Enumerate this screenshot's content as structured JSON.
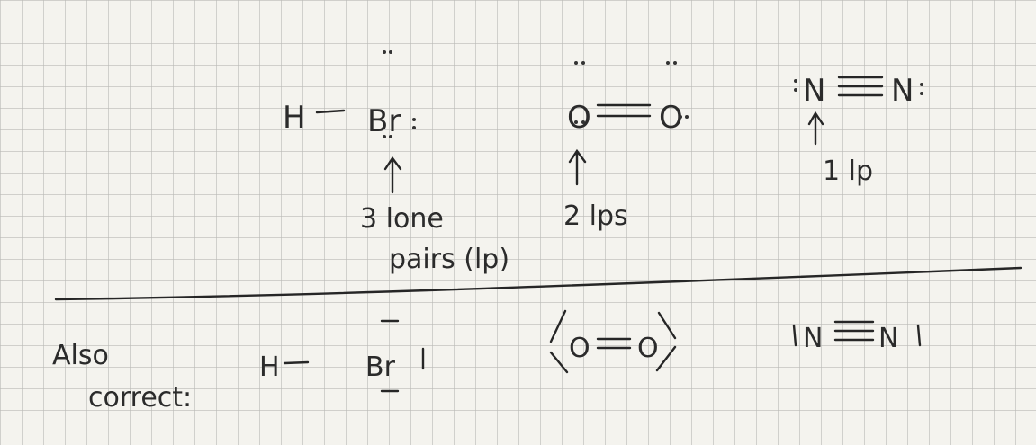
{
  "top_row": {
    "hbr": {
      "h": "H",
      "br": "Br"
    },
    "o2": {
      "left": "O",
      "right": "O"
    },
    "n2": {
      "left": "N",
      "right": "N"
    },
    "annotations": {
      "hbr_note_line1": "3 lone",
      "hbr_note_line2": "pairs (lp)",
      "o2_note": "2 lps",
      "n2_note": "1 lp"
    }
  },
  "bottom_row": {
    "label_line1": "Also",
    "label_line2": "correct:",
    "hbr": {
      "h": "H",
      "br": "Br"
    },
    "o2": {
      "left": "O",
      "right": "O"
    },
    "n2": {
      "left": "N",
      "right": "N"
    }
  },
  "colors": {
    "paper": "#f4f3ee",
    "grid": "#b9b9b6",
    "ink": "#262626"
  }
}
